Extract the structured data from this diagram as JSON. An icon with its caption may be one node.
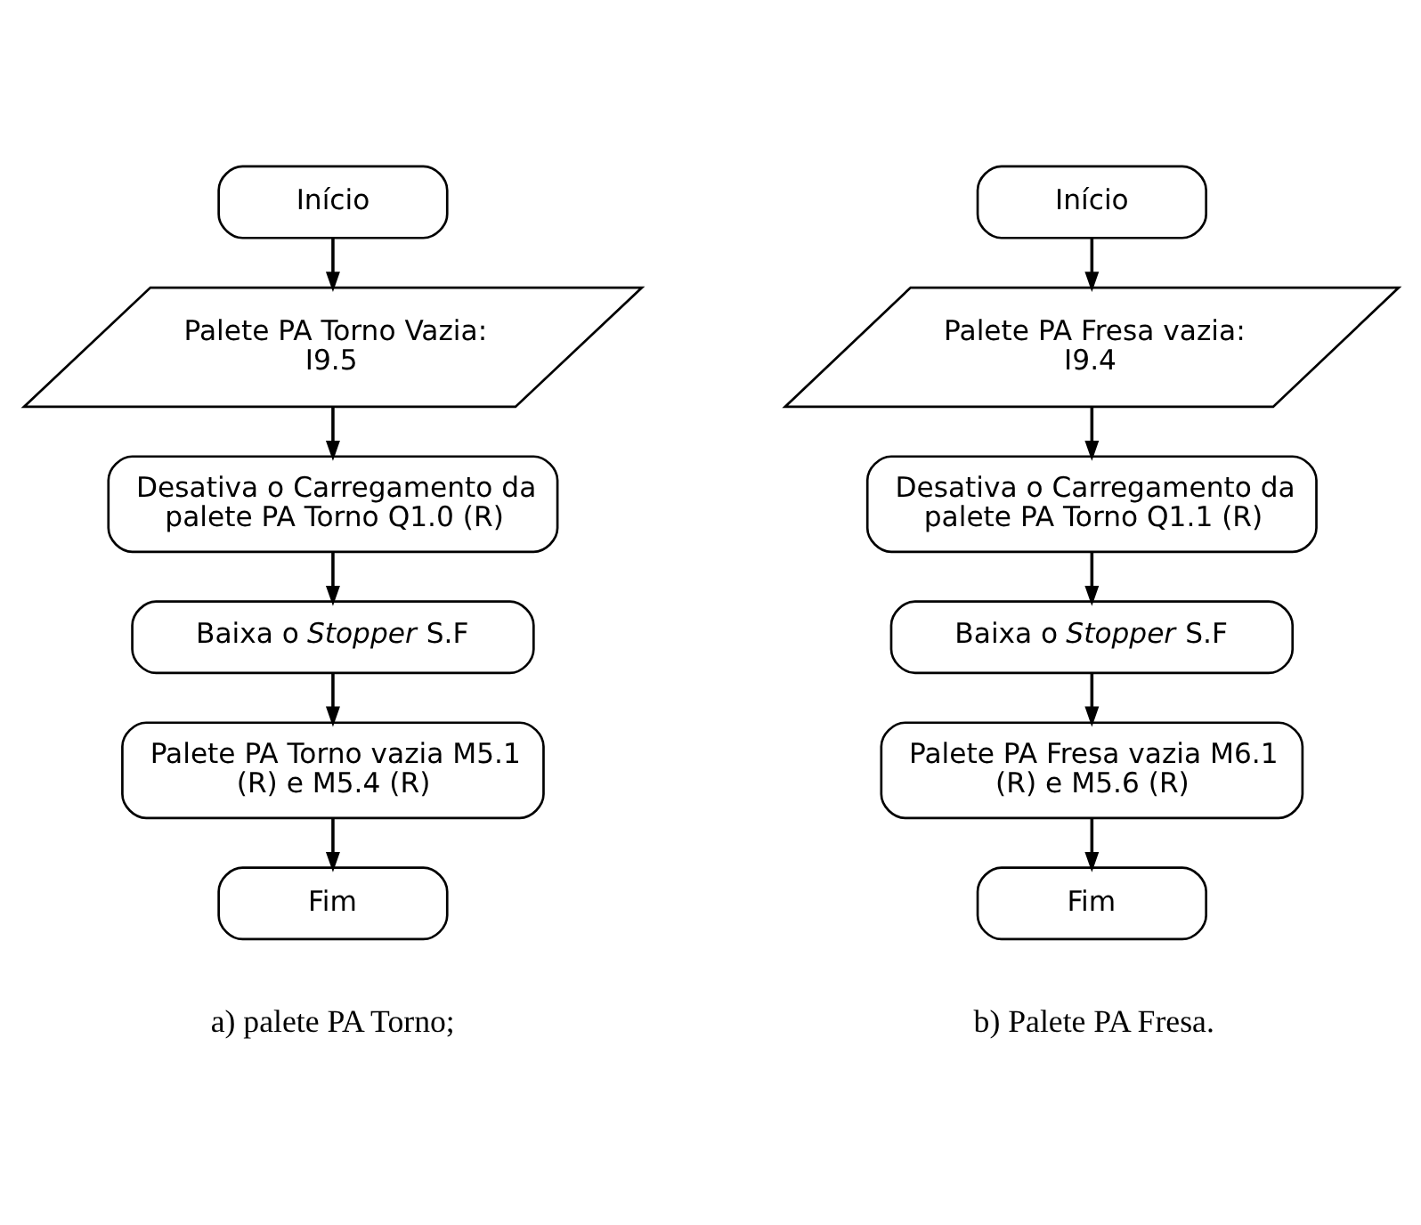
{
  "diagram": {
    "nodes": [
      {
        "text": [
          "Início"
        ]
      },
      {
        "text": [
          "Palete PA Torno Vazia: I9.5"
        ]
      },
      {
        "text": [
          "Desativa o Carregamento da palete PA Torno Q1.0 (R)"
        ]
      },
      {
        "text": [
          "Baixa o *Stopper* S.F"
        ]
      },
      {
        "text": [
          "Palete PA Torno vazia M5.1 (R) e M5.4 (R)"
        ]
      },
      {
        "text": [
          "Fim"
        ]
      },
      {
        "text": [
          "Início"
        ]
      },
      {
        "text": [
          "Palete PA Fresa vazia: I9.4"
        ]
      },
      {
        "text": [
          "Desativa o Carregamento da palete PA Torno Q1.1 (R)"
        ]
      },
      {
        "text": [
          "Baixa o *Stopper* S.F"
        ]
      },
      {
        "text": [
          "Palete PA Fresa vazia M6.1 (R) e M5.6 (R)"
        ]
      },
      {
        "text": [
          "Fim"
        ]
      }
    ],
    "edges": [
      {
        "from": 0,
        "to": 1,
        "arrow": "to"
      },
      {
        "from": 1,
        "to": 2,
        "arrow": "to"
      },
      {
        "from": 2,
        "to": 3,
        "arrow": "to"
      },
      {
        "from": 3,
        "to": 4,
        "arrow": "to"
      },
      {
        "from": 4,
        "to": 5,
        "arrow": "to"
      },
      {
        "from": 6,
        "to": 7,
        "arrow": "to"
      },
      {
        "from": 7,
        "to": 8,
        "arrow": "to"
      },
      {
        "from": 8,
        "to": 9,
        "arrow": "to"
      },
      {
        "from": 9,
        "to": 10,
        "arrow": "to"
      },
      {
        "from": 10,
        "to": 11,
        "arrow": "to"
      }
    ],
    "labels": [
      "a) palete PA Torno;",
      "b) Palete PA Fresa."
    ]
  }
}
